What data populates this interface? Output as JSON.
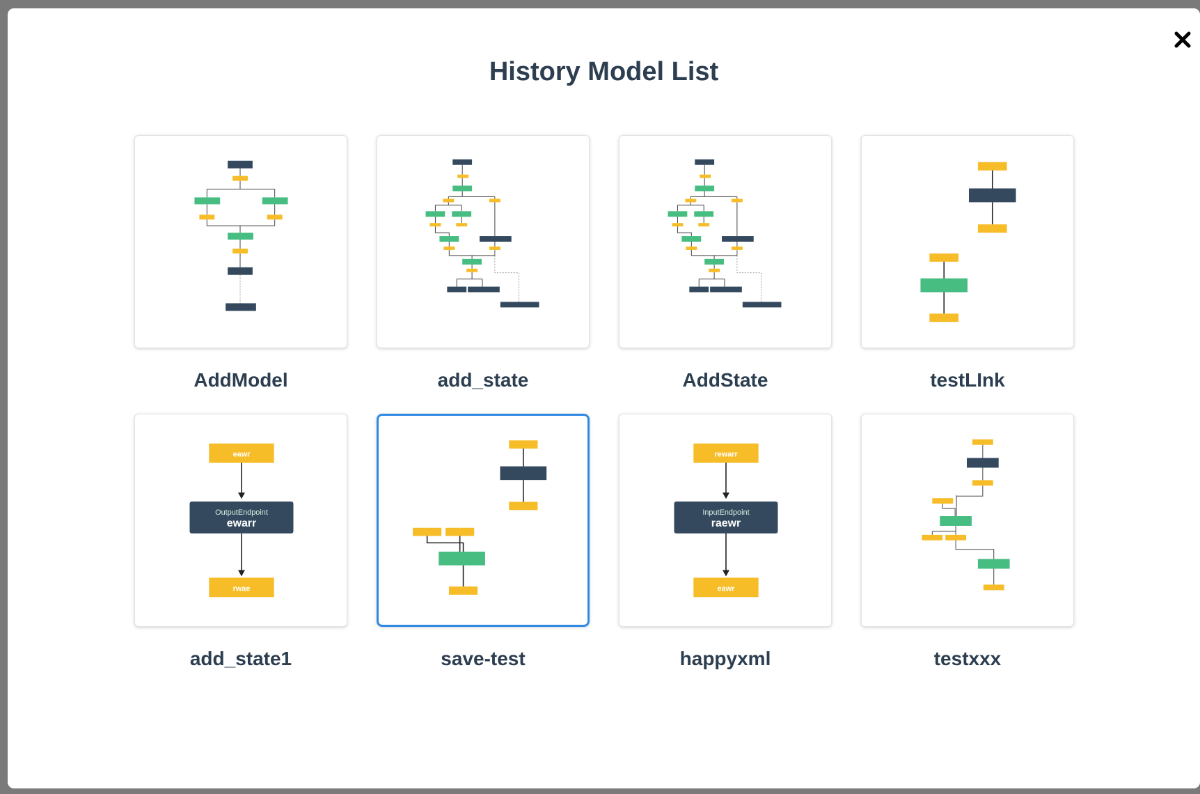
{
  "title": "History Model List",
  "close_icon": "close-icon",
  "colors": {
    "accent": "#2f8ae6",
    "node_yellow": "#f6bd29",
    "node_green": "#47bd82",
    "node_dark": "#34495e",
    "title_text": "#2c3e50"
  },
  "models": [
    {
      "name": "AddModel",
      "selected": false
    },
    {
      "name": "add_state",
      "selected": false
    },
    {
      "name": "AddState",
      "selected": false
    },
    {
      "name": "testLInk",
      "selected": false
    },
    {
      "name": "add_state1",
      "selected": false,
      "preview": {
        "top": "eawr",
        "node_type": "OutputEndpoint",
        "node_name": "ewarr",
        "bottom": "rwae"
      }
    },
    {
      "name": "save-test",
      "selected": true
    },
    {
      "name": "happyxml",
      "selected": false,
      "preview": {
        "top": "rewarr",
        "node_type": "InputEndpoint",
        "node_name": "raewr",
        "bottom": "eawr"
      }
    },
    {
      "name": "testxxx",
      "selected": false
    }
  ]
}
